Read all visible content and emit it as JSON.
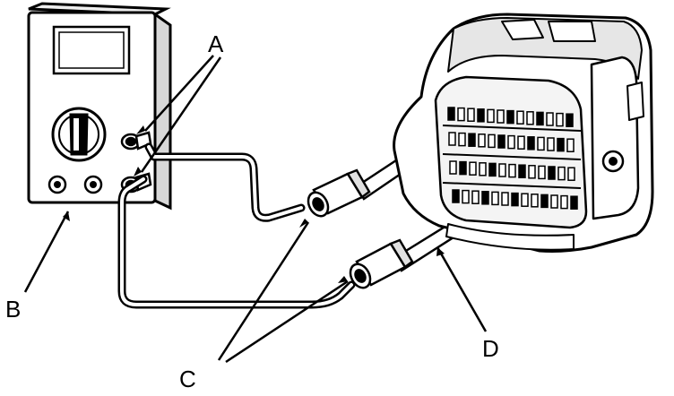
{
  "callouts": {
    "a": "A",
    "b": "B",
    "c": "C",
    "d": "D"
  },
  "colors": {
    "line": "#000000",
    "body": "#ffffff",
    "shade": "#dcdcdc"
  }
}
